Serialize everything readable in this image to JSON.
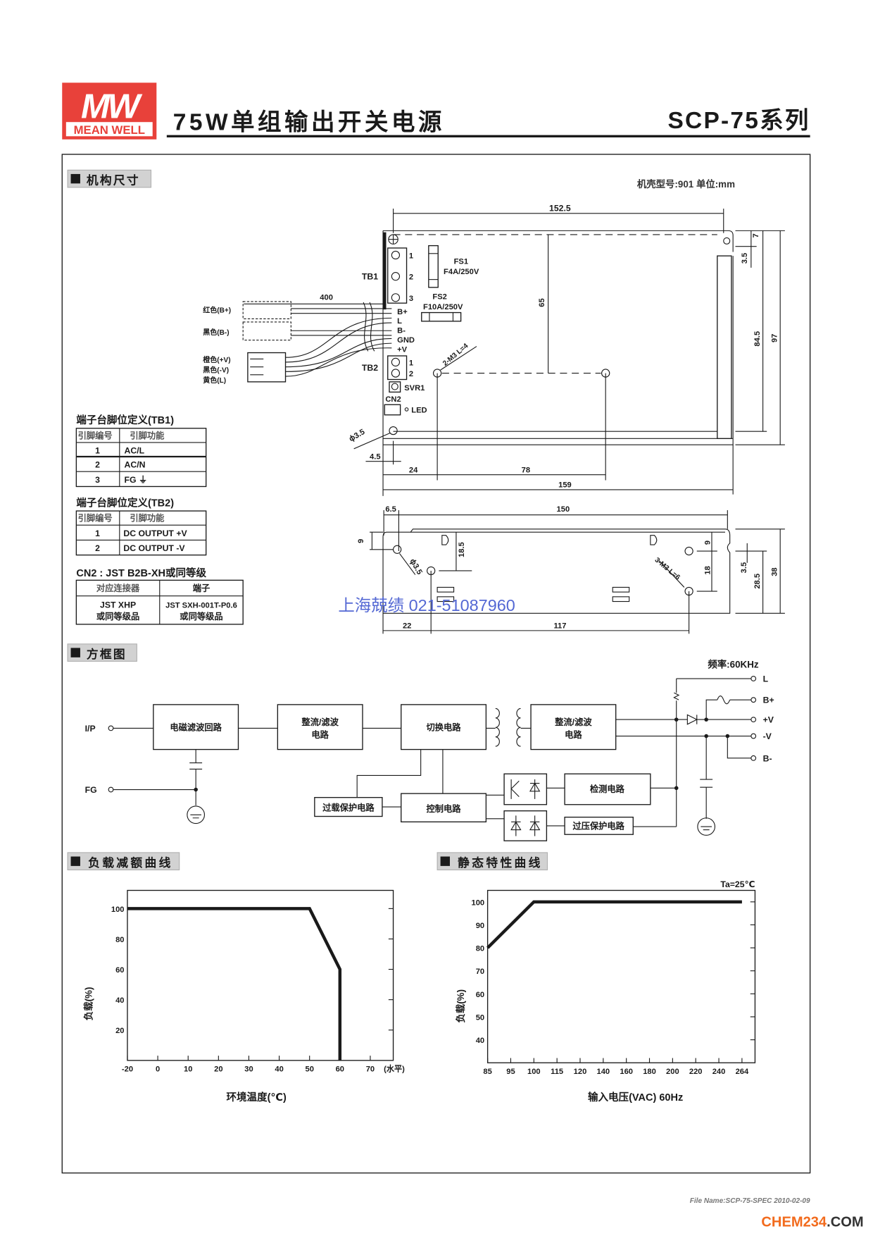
{
  "header": {
    "logo_mark": "MW",
    "logo_text": "MEAN WELL",
    "title": "75W单组输出开关电源",
    "series": "SCP-75系列",
    "logo_color": "#e8413a"
  },
  "sections": {
    "mechanical": "机构尺寸",
    "block": "方框图",
    "derating": "负载减额曲线",
    "static": "静态特性曲线"
  },
  "mechanical": {
    "case_info": "机壳型号:901   单位:mm",
    "top_view": {
      "dim_length": "152.5",
      "dim_wire": "400",
      "dim_65": "65",
      "dim_7": "7",
      "dim_3_5": "3.5",
      "dim_84_5": "84.5",
      "dim_97": "97",
      "dim_4_5": "4.5",
      "dim_24": "24",
      "dim_78": "78",
      "dim_159": "159",
      "hole": "ϕ3.5",
      "screw": "2-M3 L=4",
      "tb1": "TB1",
      "tb2": "TB2",
      "tb1_pins": [
        "1",
        "2",
        "3"
      ],
      "tb2_pins": [
        "1",
        "2"
      ],
      "fs1": "FS1",
      "fs1_rating": "F4A/250V",
      "fs2": "FS2",
      "fs2_rating": "F10A/250V",
      "wire_pins": [
        "B+",
        "L",
        "B-",
        "GND",
        "+V"
      ],
      "wire_colors": [
        "红色(B+)",
        "黑色(B-)",
        "橙色(+V)",
        "黑色(-V)",
        "黄色(L)"
      ],
      "svr": "SVR1",
      "cn2": "CN2",
      "led": "LED"
    },
    "side_view": {
      "dim_6_5": "6.5",
      "dim_150": "150",
      "dim_9_left": "9",
      "hole": "ϕ3.5",
      "dim_18_5": "18.5",
      "dim_9_right": "9",
      "dim_18": "18",
      "screw": "3-M3 L=6",
      "dim_3_5": "3.5",
      "dim_28_5": "28.5",
      "dim_38": "38",
      "dim_22": "22",
      "dim_117": "117"
    }
  },
  "tables": {
    "tb1": {
      "title": "端子台脚位定义(TB1)",
      "headers": [
        "引脚编号",
        "引脚功能"
      ],
      "rows": [
        [
          "1",
          "AC/L"
        ],
        [
          "2",
          "AC/N"
        ],
        [
          "3",
          "FG ⏚"
        ]
      ]
    },
    "tb2": {
      "title": "端子台脚位定义(TB2)",
      "headers": [
        "引脚编号",
        "引脚功能"
      ],
      "rows": [
        [
          "1",
          "DC OUTPUT +V"
        ],
        [
          "2",
          "DC OUTPUT -V"
        ]
      ]
    },
    "cn2": {
      "title": "CN2 : JST B2B-XH或同等级",
      "headers": [
        "对应连接器",
        "端子"
      ],
      "rows": [
        [
          "JST XHP",
          "JST SXH-001T-P0.6"
        ],
        [
          "或同等级品",
          "或同等级品"
        ]
      ]
    }
  },
  "watermark": "上海兢绩  021-51087960",
  "block_diagram": {
    "frequency": "频率:60KHz",
    "input": "I/P",
    "fg": "FG",
    "emi": "电磁滤波回路",
    "rect1": [
      "整流/滤波",
      "电路"
    ],
    "switching": "切换电路",
    "rect2": [
      "整流/滤波",
      "电路"
    ],
    "overload": "过载保护电路",
    "control": "控制电路",
    "detect": "检测电路",
    "ovp": "过压保护电路",
    "outputs": [
      "L",
      "B+",
      "+V",
      "-V",
      "B-"
    ]
  },
  "chart_data": [
    {
      "type": "line",
      "title": "负载减额曲线",
      "xlabel": "环境温度(℃)",
      "ylabel": "负载(%)",
      "x_tick_labels": [
        "-20",
        "0",
        "10",
        "20",
        "30",
        "40",
        "50",
        "60",
        "70"
      ],
      "x_unit_note": "(水平)",
      "y_ticks": [
        20,
        40,
        60,
        80,
        100
      ],
      "ylim": [
        0,
        112
      ],
      "grid": false,
      "series": [
        {
          "x": [
            -20,
            50,
            60,
            60
          ],
          "y": [
            100,
            100,
            60,
            0
          ]
        }
      ]
    },
    {
      "type": "line",
      "title": "静态特性曲线",
      "xlabel": "输入电压(VAC) 60Hz",
      "ylabel": "负载(%)",
      "annotation": "Ta=25℃",
      "x_tick_labels": [
        "85",
        "95",
        "100",
        "115",
        "120",
        "140",
        "160",
        "180",
        "200",
        "220",
        "240",
        "264"
      ],
      "y_ticks": [
        40,
        50,
        60,
        70,
        80,
        90,
        100
      ],
      "ylim": [
        30,
        105
      ],
      "grid": false,
      "series": [
        {
          "x": [
            85,
            100,
            264
          ],
          "y": [
            80,
            100,
            100
          ]
        }
      ]
    }
  ],
  "footer": {
    "file": "File Name:SCP-75-SPEC   2010-02-09",
    "site_main": "CHEM234",
    "site_tld": ".COM",
    "site_color": "#f26b1d"
  }
}
